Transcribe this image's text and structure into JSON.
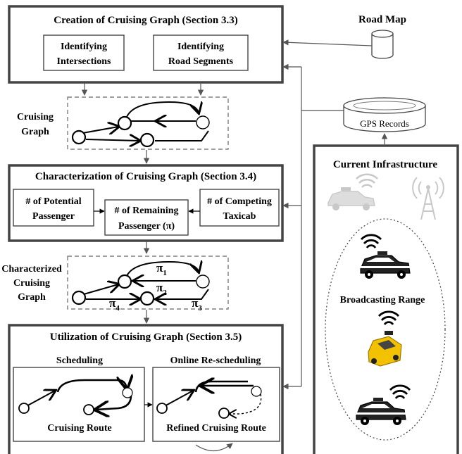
{
  "creation": {
    "title": "Creation of Cruising Graph (Section 3.3)",
    "box_intersections": [
      "Identifying",
      "Intersections"
    ],
    "box_segments": [
      "Identifying",
      "Road Segments"
    ]
  },
  "road_map": {
    "label": "Road Map"
  },
  "gps": {
    "label": "GPS Records"
  },
  "cruising_graph": {
    "label": [
      "Cruising",
      "Graph"
    ]
  },
  "characterization": {
    "title": "Characterization of Cruising Graph (Section 3.4)",
    "box_potential": [
      "# of Potential",
      "Passenger"
    ],
    "box_remaining": [
      "# of Remaining",
      "Passenger (π)"
    ],
    "box_competing": [
      "# of Competing",
      "Taxicab"
    ]
  },
  "characterized_graph": {
    "label": [
      "Characterized",
      "Cruising",
      "Graph"
    ],
    "pi_labels": [
      "π",
      "π",
      "π",
      "π"
    ],
    "pi_subscripts": [
      "1",
      "2",
      "3",
      "4"
    ]
  },
  "utilization": {
    "title": "Utilization of Cruising Graph  (Section 3.5)",
    "scheduling": "Scheduling",
    "online": "Online Re-scheduling",
    "route": "Cruising Route",
    "refined_route": "Refined Cruising Route"
  },
  "infrastructure": {
    "title": "Current Infrastructure",
    "broadcast": "Broadcasting Range"
  },
  "colors": {
    "line": "#000000",
    "arrow_gray": "#555555",
    "faded": "#c8c8c8",
    "taxi_yellow": "#f2c200"
  }
}
